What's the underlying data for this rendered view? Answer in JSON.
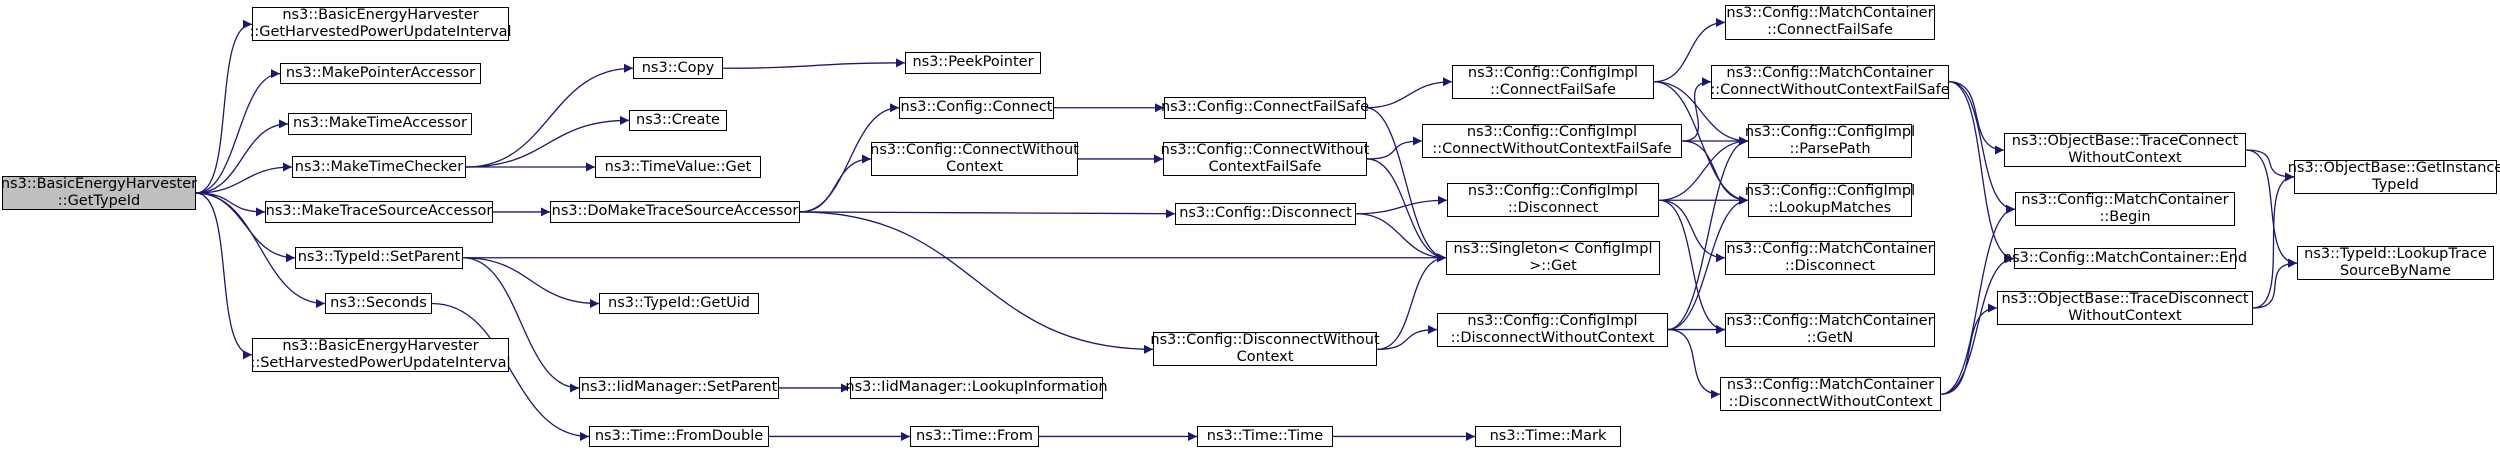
{
  "nodes": [
    {
      "id": "root",
      "label": [
        "ns3::BasicEnergyHarvester",
        "::GetTypeId"
      ],
      "root": true
    },
    {
      "id": "getinterval",
      "label": [
        "ns3::BasicEnergyHarvester",
        "::GetHarvestedPowerUpdateInterval"
      ]
    },
    {
      "id": "makeptracc",
      "label": [
        "ns3::MakePointerAccessor"
      ]
    },
    {
      "id": "maketimeacc",
      "label": [
        "ns3::MakeTimeAccessor"
      ]
    },
    {
      "id": "maketimechk",
      "label": [
        "ns3::MakeTimeChecker"
      ]
    },
    {
      "id": "maketracesrc",
      "label": [
        "ns3::MakeTraceSourceAccessor"
      ]
    },
    {
      "id": "typeidsetparent",
      "label": [
        "ns3::TypeId::SetParent"
      ]
    },
    {
      "id": "seconds",
      "label": [
        "ns3::Seconds"
      ]
    },
    {
      "id": "setinterval",
      "label": [
        "ns3::BasicEnergyHarvester",
        "::SetHarvestedPowerUpdateInterval"
      ]
    },
    {
      "id": "copy",
      "label": [
        "ns3::Copy"
      ]
    },
    {
      "id": "create",
      "label": [
        "ns3::Create"
      ]
    },
    {
      "id": "timevalueget",
      "label": [
        "ns3::TimeValue::Get"
      ]
    },
    {
      "id": "domaketrace",
      "label": [
        "ns3::DoMakeTraceSourceAccessor"
      ]
    },
    {
      "id": "getuid",
      "label": [
        "ns3::TypeId::GetUid"
      ]
    },
    {
      "id": "iidsetparent",
      "label": [
        "ns3::IidManager::SetParent"
      ]
    },
    {
      "id": "fromdouble",
      "label": [
        "ns3::Time::FromDouble"
      ]
    },
    {
      "id": "peekpointer",
      "label": [
        "ns3::PeekPointer"
      ]
    },
    {
      "id": "cfgconnect",
      "label": [
        "ns3::Config::Connect"
      ]
    },
    {
      "id": "cfgconnectwoc",
      "label": [
        "ns3::Config::ConnectWithout",
        "Context"
      ]
    },
    {
      "id": "iidlookup",
      "label": [
        "ns3::IidManager::LookupInformation"
      ]
    },
    {
      "id": "timefrom",
      "label": [
        "ns3::Time::From"
      ]
    },
    {
      "id": "cfgconnectfs",
      "label": [
        "ns3::Config::ConnectFailSafe"
      ]
    },
    {
      "id": "cfgconnectwocfs",
      "label": [
        "ns3::Config::ConnectWithout",
        "ContextFailSafe"
      ]
    },
    {
      "id": "cfgdisconnect",
      "label": [
        "ns3::Config::Disconnect"
      ]
    },
    {
      "id": "cfgdisconnectwoc",
      "label": [
        "ns3::Config::DisconnectWithout",
        "Context"
      ]
    },
    {
      "id": "timetime",
      "label": [
        "ns3::Time::Time"
      ]
    },
    {
      "id": "implconnectfs",
      "label": [
        "ns3::Config::ConfigImpl",
        "::ConnectFailSafe"
      ]
    },
    {
      "id": "implconnectwocfs",
      "label": [
        "ns3::Config::ConfigImpl",
        "::ConnectWithoutContextFailSafe"
      ]
    },
    {
      "id": "impldisconnect",
      "label": [
        "ns3::Config::ConfigImpl",
        "::Disconnect"
      ]
    },
    {
      "id": "singleton",
      "label": [
        "ns3::Singleton< ConfigImpl",
        " >::Get"
      ]
    },
    {
      "id": "impldisconnectwoc",
      "label": [
        "ns3::Config::ConfigImpl",
        "::DisconnectWithoutContext"
      ]
    },
    {
      "id": "timemark",
      "label": [
        "ns3::Time::Mark"
      ]
    },
    {
      "id": "mcconnectfs",
      "label": [
        "ns3::Config::MatchContainer",
        "::ConnectFailSafe"
      ]
    },
    {
      "id": "mcconnectwocfs",
      "label": [
        "ns3::Config::MatchContainer",
        "::ConnectWithoutContextFailSafe"
      ]
    },
    {
      "id": "parsepath",
      "label": [
        "ns3::Config::ConfigImpl",
        "::ParsePath"
      ]
    },
    {
      "id": "lookupmatches",
      "label": [
        "ns3::Config::ConfigImpl",
        "::LookupMatches"
      ]
    },
    {
      "id": "mcdisconnect",
      "label": [
        "ns3::Config::MatchContainer",
        "::Disconnect"
      ]
    },
    {
      "id": "mcgetn",
      "label": [
        "ns3::Config::MatchContainer",
        "::GetN"
      ]
    },
    {
      "id": "mcdisconnectwoc",
      "label": [
        "ns3::Config::MatchContainer",
        "::DisconnectWithoutContext"
      ]
    },
    {
      "id": "obtraceconnectwoc",
      "label": [
        "ns3::ObjectBase::TraceConnect",
        "WithoutContext"
      ]
    },
    {
      "id": "mcbegin",
      "label": [
        "ns3::Config::MatchContainer",
        "::Begin"
      ]
    },
    {
      "id": "mcend",
      "label": [
        "ns3::Config::MatchContainer::End"
      ]
    },
    {
      "id": "obtracedisconnectwoc",
      "label": [
        "ns3::ObjectBase::TraceDisconnect",
        "WithoutContext"
      ]
    },
    {
      "id": "obgetinstance",
      "label": [
        "ns3::ObjectBase::GetInstance",
        "TypeId"
      ]
    },
    {
      "id": "lookuptracesrc",
      "label": [
        "ns3::TypeId::LookupTrace",
        "SourceByName"
      ]
    }
  ],
  "edges": [
    [
      "root",
      "getinterval"
    ],
    [
      "root",
      "makeptracc"
    ],
    [
      "root",
      "maketimeacc"
    ],
    [
      "root",
      "maketimechk"
    ],
    [
      "root",
      "maketracesrc"
    ],
    [
      "root",
      "typeidsetparent"
    ],
    [
      "root",
      "seconds"
    ],
    [
      "root",
      "setinterval"
    ],
    [
      "maketimechk",
      "copy"
    ],
    [
      "maketimechk",
      "create"
    ],
    [
      "maketimechk",
      "timevalueget"
    ],
    [
      "copy",
      "peekpointer"
    ],
    [
      "maketracesrc",
      "domaketrace"
    ],
    [
      "domaketrace",
      "cfgconnect"
    ],
    [
      "domaketrace",
      "cfgconnectwoc"
    ],
    [
      "domaketrace",
      "cfgdisconnect"
    ],
    [
      "domaketrace",
      "cfgdisconnectwoc"
    ],
    [
      "typeidsetparent",
      "singleton"
    ],
    [
      "typeidsetparent",
      "getuid"
    ],
    [
      "typeidsetparent",
      "iidsetparent"
    ],
    [
      "iidsetparent",
      "iidlookup"
    ],
    [
      "seconds",
      "fromdouble"
    ],
    [
      "fromdouble",
      "timefrom"
    ],
    [
      "timefrom",
      "timetime"
    ],
    [
      "timetime",
      "timemark"
    ],
    [
      "cfgconnect",
      "cfgconnectfs"
    ],
    [
      "cfgconnectwoc",
      "cfgconnectwocfs"
    ],
    [
      "cfgconnectfs",
      "implconnectfs"
    ],
    [
      "cfgconnectfs",
      "singleton"
    ],
    [
      "cfgconnectwocfs",
      "implconnectwocfs"
    ],
    [
      "cfgconnectwocfs",
      "singleton"
    ],
    [
      "cfgdisconnect",
      "impldisconnect"
    ],
    [
      "cfgdisconnect",
      "singleton"
    ],
    [
      "cfgdisconnectwoc",
      "impldisconnectwoc"
    ],
    [
      "cfgdisconnectwoc",
      "singleton"
    ],
    [
      "implconnectfs",
      "mcconnectfs"
    ],
    [
      "implconnectfs",
      "parsepath"
    ],
    [
      "implconnectfs",
      "lookupmatches"
    ],
    [
      "implconnectwocfs",
      "mcconnectwocfs"
    ],
    [
      "implconnectwocfs",
      "parsepath"
    ],
    [
      "implconnectwocfs",
      "lookupmatches"
    ],
    [
      "impldisconnect",
      "parsepath"
    ],
    [
      "impldisconnect",
      "lookupmatches"
    ],
    [
      "impldisconnect",
      "mcdisconnect"
    ],
    [
      "impldisconnect",
      "mcgetn"
    ],
    [
      "impldisconnectwoc",
      "parsepath"
    ],
    [
      "impldisconnectwoc",
      "lookupmatches"
    ],
    [
      "impldisconnectwoc",
      "mcgetn"
    ],
    [
      "impldisconnectwoc",
      "mcdisconnectwoc"
    ],
    [
      "mcconnectwocfs",
      "obtraceconnectwoc"
    ],
    [
      "mcconnectwocfs",
      "mcbegin"
    ],
    [
      "mcconnectwocfs",
      "mcend"
    ],
    [
      "mcdisconnectwoc",
      "mcbegin"
    ],
    [
      "mcdisconnectwoc",
      "mcend"
    ],
    [
      "mcdisconnectwoc",
      "obtracedisconnectwoc"
    ],
    [
      "obtraceconnectwoc",
      "obgetinstance"
    ],
    [
      "obtraceconnectwoc",
      "lookuptracesrc"
    ],
    [
      "obtracedisconnectwoc",
      "obgetinstance"
    ],
    [
      "obtracedisconnectwoc",
      "lookuptracesrc"
    ]
  ]
}
